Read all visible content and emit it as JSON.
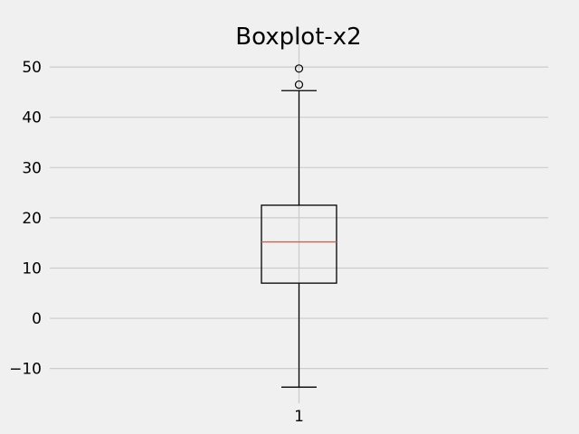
{
  "chart_data": {
    "type": "boxplot",
    "title": "Boxplot-x2",
    "xlabel": "",
    "ylabel": "",
    "categories": [
      "1"
    ],
    "boxes": [
      {
        "label": "1",
        "whisker_low": -13.7,
        "q1": 7.0,
        "median": 15.2,
        "q3": 22.5,
        "whisker_high": 45.3,
        "outliers": [
          46.5,
          49.7
        ]
      }
    ],
    "yticks": [
      -10,
      0,
      10,
      20,
      30,
      40,
      50
    ],
    "ytick_labels": [
      "−10",
      "0",
      "10",
      "20",
      "30",
      "40",
      "50"
    ],
    "ylim": [
      -16.9,
      52.9
    ],
    "grid": true,
    "legend": "none",
    "colors": {
      "background": "#f0f0f0",
      "grid": "#cbcbcb",
      "box": "#000000",
      "median": "#fc4f30",
      "text": "#000000"
    }
  }
}
